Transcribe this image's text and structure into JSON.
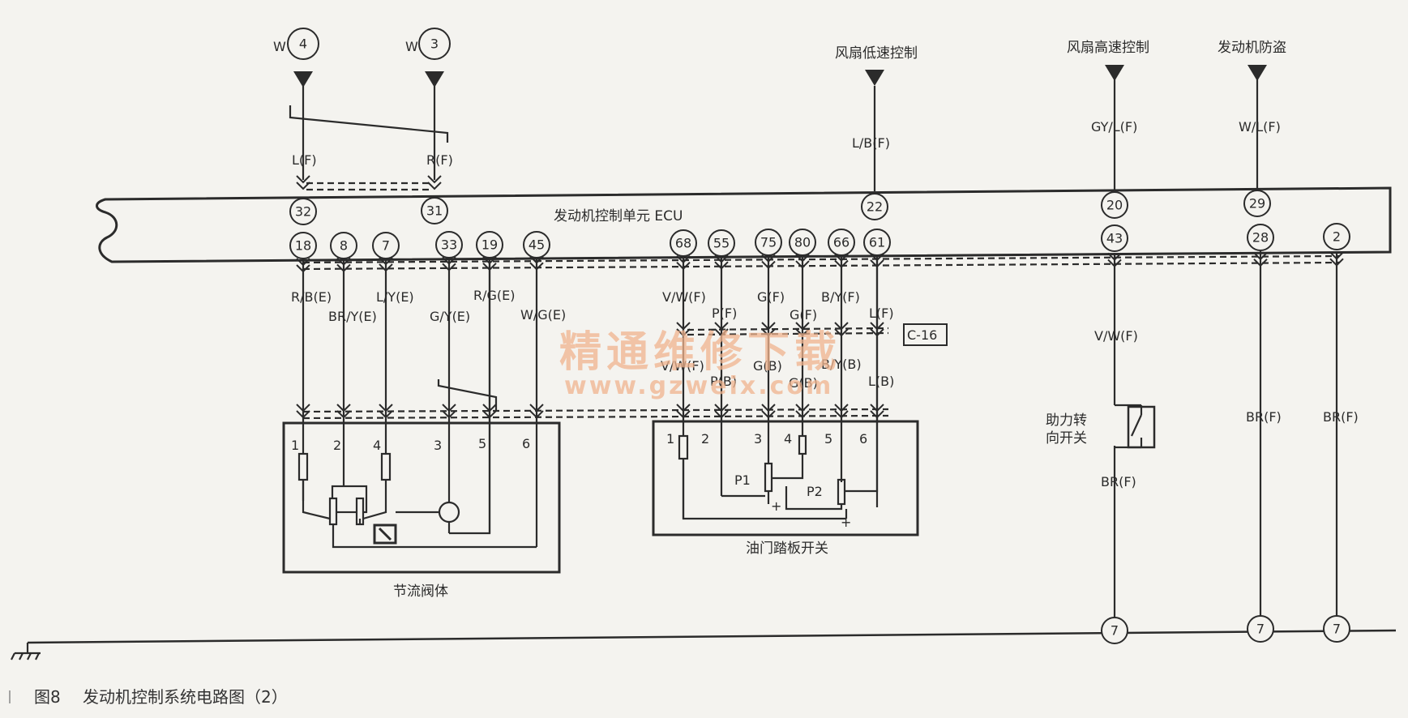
{
  "top_pins": [
    {
      "id": "top4",
      "num": "4",
      "prefix": "W"
    },
    {
      "id": "top3",
      "num": "3",
      "prefix": "W"
    }
  ],
  "signals": {
    "fan_low": "风扇低速控制",
    "fan_high": "风扇高速控制",
    "immobilizer": "发动机防盗"
  },
  "top_wires": {
    "a": "L(F)",
    "b": "R(F)",
    "c": "L/B(F)",
    "d": "GY/L(F)",
    "e": "W/L(F)"
  },
  "ecu": {
    "label": "发动机控制单元 ECU",
    "upper_pins": [
      "32",
      "31",
      "22",
      "20",
      "29"
    ],
    "lower_pins": [
      "18",
      "8",
      "7",
      "33",
      "19",
      "45",
      "68",
      "55",
      "75",
      "80",
      "66",
      "61",
      "43",
      "28",
      "2"
    ]
  },
  "mid_wires": {
    "w18": "R/B(E)",
    "w8": "BR/Y(E)",
    "w7": "L/Y(E)",
    "w33": "G/Y(E)",
    "w19": "R/G(E)",
    "w45": "W/G(E)",
    "w68": "V/W(F)",
    "w55": "P(F)",
    "w75": "G(F)",
    "w80": "G(F)",
    "w66": "B/Y(F)",
    "w61": "L(F)",
    "w43": "V/W(F)",
    "w28": "BR(F)",
    "w2": "BR(F)"
  },
  "connector_ref": "C-16",
  "b_wires": {
    "b68": "V/W(F)",
    "b55": "P(B)",
    "b75": "G(B)",
    "b80": "G(B)",
    "b66": "B/Y(B)",
    "b61": "L(B)"
  },
  "throttle": {
    "label": "节流阀体",
    "pins": [
      "1",
      "2",
      "4",
      "3",
      "5",
      "6"
    ]
  },
  "pedal": {
    "label": "油门踏板开关",
    "pins": [
      "1",
      "2",
      "3",
      "4",
      "5",
      "6"
    ],
    "p1": "P1",
    "p2": "P2"
  },
  "power_steering": {
    "label_line1": "助力转",
    "label_line2": "向开关",
    "wire_below": "BR(F)"
  },
  "ground_pins": [
    "7",
    "7",
    "7"
  ],
  "watermark": {
    "line1": "精通维修下载",
    "line2": "www.gzweix.com"
  },
  "caption": {
    "fig": "图8",
    "title": "发动机控制系统电路图（2）"
  },
  "colors": {
    "line": "#2b2b2b",
    "background": "#f4f3ef",
    "watermark": "#f0b48e"
  }
}
